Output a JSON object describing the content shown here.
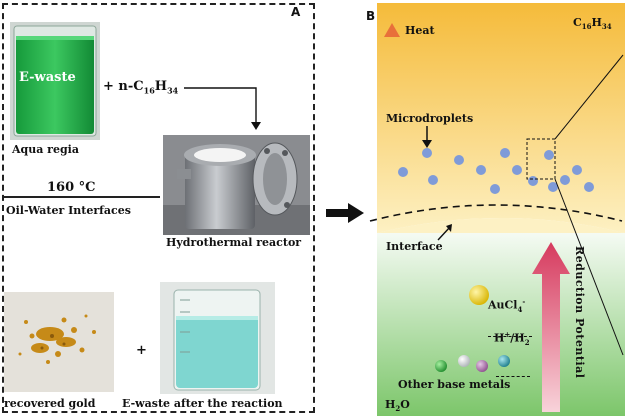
{
  "panel_a": {
    "letter": "A",
    "beaker_label": "E-waste",
    "beaker_caption": "Aqua regia",
    "plus_alkane_prefix": "+ n-C",
    "alkane_sub1": "16",
    "alkane_h": "H",
    "alkane_sub2": "34",
    "temperature": "160 °C",
    "interface_text": "Oil-Water Interfaces",
    "reactor_caption": "Hydrothermal reactor",
    "gold_caption": "recovered gold",
    "plus_sign": "+",
    "after_caption": "E-waste after the reaction"
  },
  "panel_b": {
    "letter": "B",
    "heat_label": "Heat",
    "oil_c": "C",
    "oil_sub1": "16",
    "oil_h": "H",
    "oil_sub2": "34",
    "microdroplets_label": "Microdroplets",
    "interface_label": "Interface",
    "aucl_label": "AuCl",
    "aucl_sub": "4",
    "aucl_sup": "-",
    "hplus_label": "H",
    "hplus_sup": "+",
    "h2_label": "/H",
    "h2_sub": "2",
    "base_metals_label": "Other base metals",
    "water_h": "H",
    "water_sub": "2",
    "water_o": "O",
    "reduction_potential": "Reduction Potential"
  },
  "colors": {
    "oil_top": "#f5bb3a",
    "oil_bottom": "#fdf4c8",
    "water_top": "#ffffff",
    "water_bottom": "#7cc66a",
    "droplet": "#7f9bd8",
    "arrow_top": "#d63a5e",
    "arrow_bottom": "#f5c6cf",
    "beaker_liquid": "#2bb04a",
    "after_liquid": "#7fd6d0",
    "heat_triangle": "#e8703a"
  }
}
